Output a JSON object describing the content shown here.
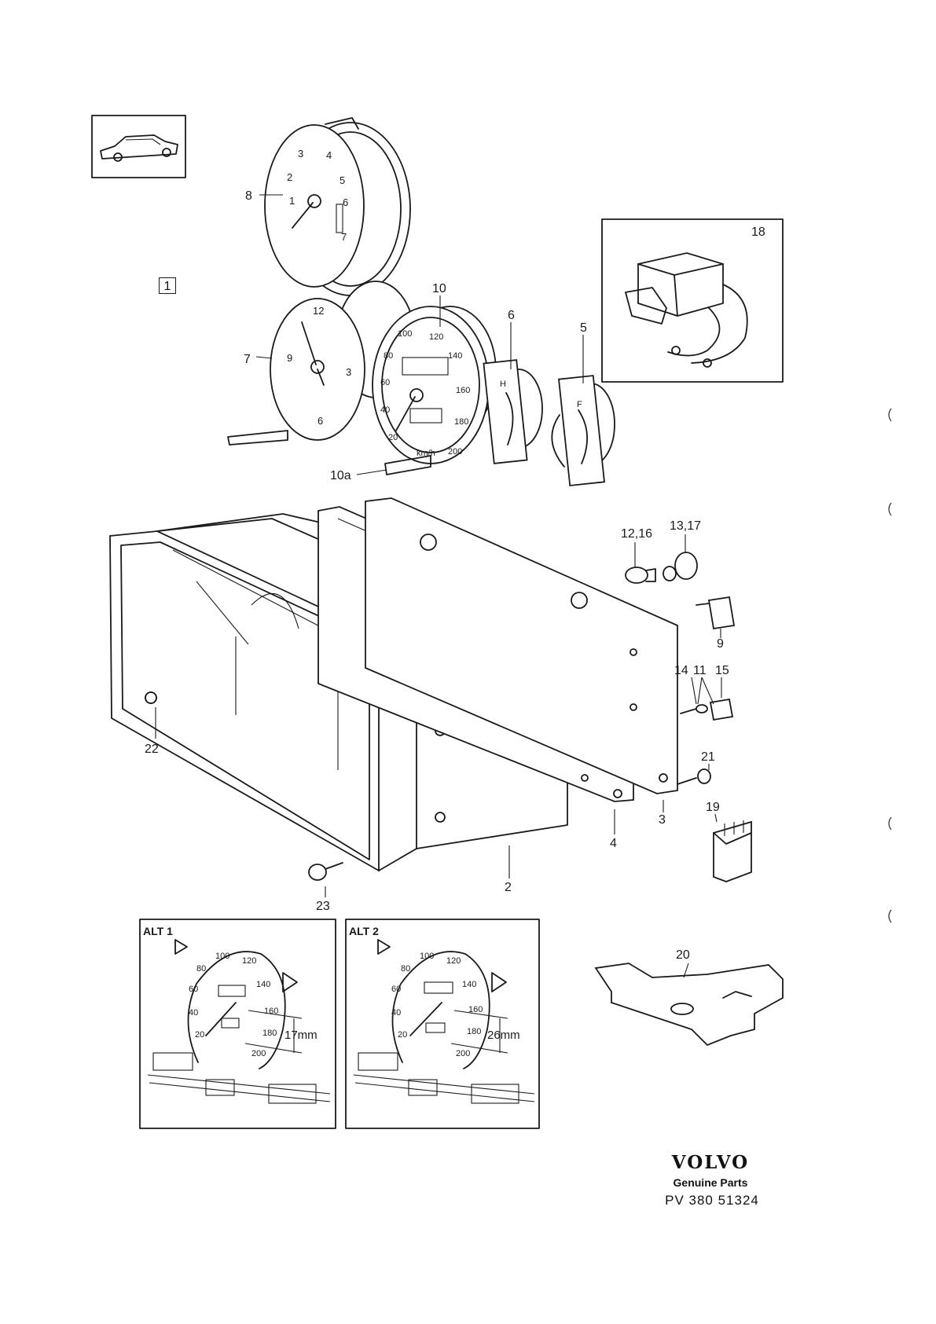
{
  "callouts": {
    "c1": "1",
    "c2": "2",
    "c3": "3",
    "c4": "4",
    "c5": "5",
    "c6": "6",
    "c7": "7",
    "c8": "8",
    "c9": "9",
    "c10": "10",
    "c10a": "10a",
    "c11": "11",
    "c12_16": "12,16",
    "c13_17": "13,17",
    "c14": "14",
    "c15": "15",
    "c18": "18",
    "c19": "19",
    "c20": "20",
    "c21": "21",
    "c22": "22",
    "c23": "23"
  },
  "tachometer": {
    "marks": [
      "1",
      "2",
      "3",
      "4",
      "5",
      "6",
      "7"
    ]
  },
  "clock": {
    "marks": [
      "12",
      "3",
      "6",
      "9"
    ]
  },
  "speedometer": {
    "marks": [
      "20",
      "40",
      "60",
      "80",
      "100",
      "120",
      "140",
      "160",
      "180",
      "200"
    ],
    "unit": "km/h"
  },
  "gauges": {
    "temp_letter": "H",
    "fuel_letter": "F"
  },
  "alt1": {
    "label": "ALT 1",
    "measure": "17mm",
    "marks": [
      "20",
      "40",
      "60",
      "80",
      "100",
      "120",
      "140",
      "160",
      "180",
      "200"
    ]
  },
  "alt2": {
    "label": "ALT 2",
    "measure": "26mm",
    "marks": [
      "20",
      "40",
      "60",
      "80",
      "100",
      "120",
      "140",
      "160",
      "180",
      "200"
    ]
  },
  "footer": {
    "brand": "VOLVO",
    "subtitle": "Genuine Parts",
    "part_number": "PV 380 51324"
  },
  "colors": {
    "ink": "#1a1a1a",
    "paper": "#ffffff"
  },
  "icons": {
    "car": "car-silhouette-icon",
    "arrow": "hollow-arrow-icon"
  }
}
